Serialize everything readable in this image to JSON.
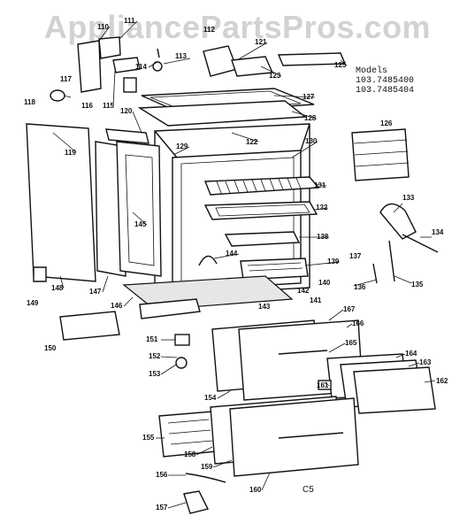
{
  "watermark": "AppliancePartsPros.com",
  "models": {
    "heading": "Models",
    "list": [
      "103.7485400",
      "103.7485404"
    ]
  },
  "diagram_code": "C5",
  "callouts": [
    "110",
    "111",
    "112",
    "113",
    "114",
    "115",
    "116",
    "117",
    "118",
    "119",
    "120",
    "121",
    "122",
    "123",
    "125",
    "126",
    "127",
    "128",
    "129",
    "130",
    "131",
    "132",
    "133",
    "134",
    "135",
    "136",
    "137",
    "138",
    "139",
    "140",
    "141",
    "142",
    "143",
    "144",
    "145",
    "146",
    "147",
    "148",
    "149",
    "150",
    "151",
    "152",
    "153",
    "154",
    "155",
    "156",
    "157",
    "158",
    "159",
    "160",
    "161",
    "162",
    "163",
    "164",
    "165",
    "166",
    "167"
  ]
}
